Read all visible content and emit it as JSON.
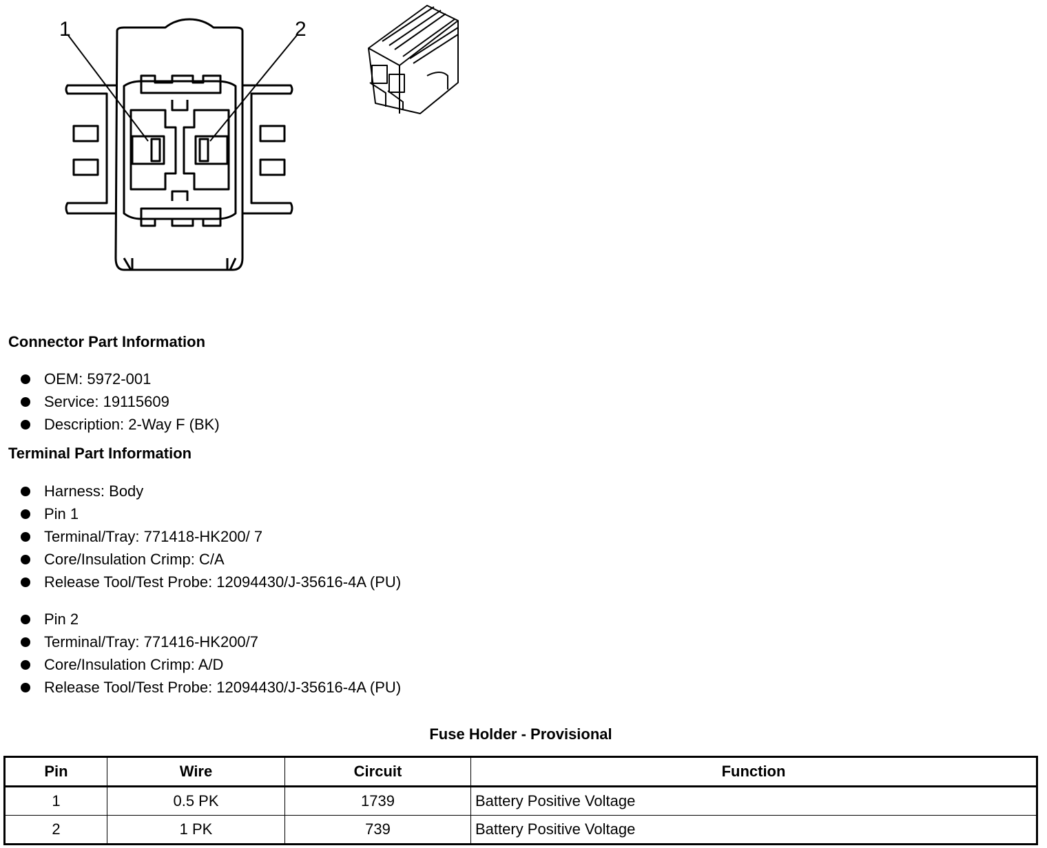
{
  "diagram": {
    "callout_1": "1",
    "callout_2": "2"
  },
  "connector": {
    "heading": "Connector Part Information",
    "items": [
      "OEM: 5972-001",
      "Service: 19115609",
      "Description: 2-Way F (BK)"
    ]
  },
  "terminal": {
    "heading": "Terminal Part Information",
    "group1": [
      "Harness: Body",
      "Pin 1",
      "Terminal/Tray: 771418-HK200/ 7",
      "Core/Insulation Crimp: C/A",
      "Release Tool/Test Probe: 12094430/J-35616-4A (PU)"
    ],
    "group2": [
      "Pin 2",
      "Terminal/Tray: 771416-HK200/7",
      "Core/Insulation Crimp: A/D",
      "Release Tool/Test Probe: 12094430/J-35616-4A (PU)"
    ]
  },
  "table": {
    "title": "Fuse Holder - Provisional",
    "headers": [
      "Pin",
      "Wire",
      "Circuit",
      "Function"
    ],
    "rows": [
      [
        "1",
        "0.5 PK",
        "1739",
        "Battery Positive Voltage"
      ],
      [
        "2",
        "1 PK",
        "739",
        "Battery Positive Voltage"
      ]
    ]
  }
}
